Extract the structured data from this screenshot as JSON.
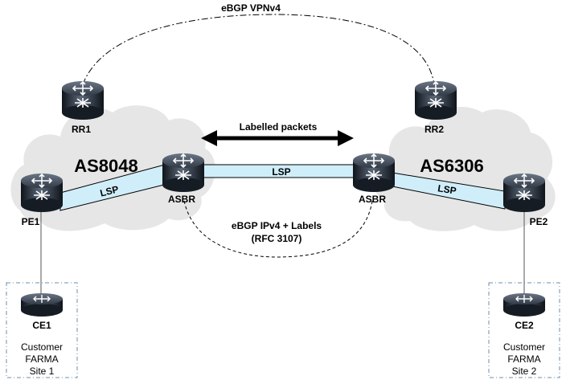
{
  "top_session_label": "eBGP VPNv4",
  "labelled_packets_label": "Labelled packets",
  "inter_as_lsp_label": "LSP",
  "left_lsp_label": "LSP",
  "right_lsp_label": "LSP",
  "bottom_session_line1": "eBGP IPv4 + Labels",
  "bottom_session_line2": "(RFC 3107)",
  "as_left": "AS8048",
  "as_right": "AS6306",
  "routers": {
    "rr1": "RR1",
    "rr2": "RR2",
    "pe1": "PE1",
    "pe2": "PE2",
    "asbr_left": "ASBR",
    "asbr_right": "ASBR",
    "ce1": "CE1",
    "ce2": "CE2"
  },
  "site_left": {
    "line1": "Customer",
    "line2": "FARMA",
    "line3": "Site 1"
  },
  "site_right": {
    "line1": "Customer",
    "line2": "FARMA",
    "line3": "Site 2"
  },
  "colors": {
    "cloud": "#e6e6e6",
    "lsp_fill": "#cfeefa",
    "router_dark": "#1c2430",
    "router_mid": "#4a5666"
  },
  "icons": {
    "router": "router-icon",
    "customer_edge": "switch-icon"
  }
}
